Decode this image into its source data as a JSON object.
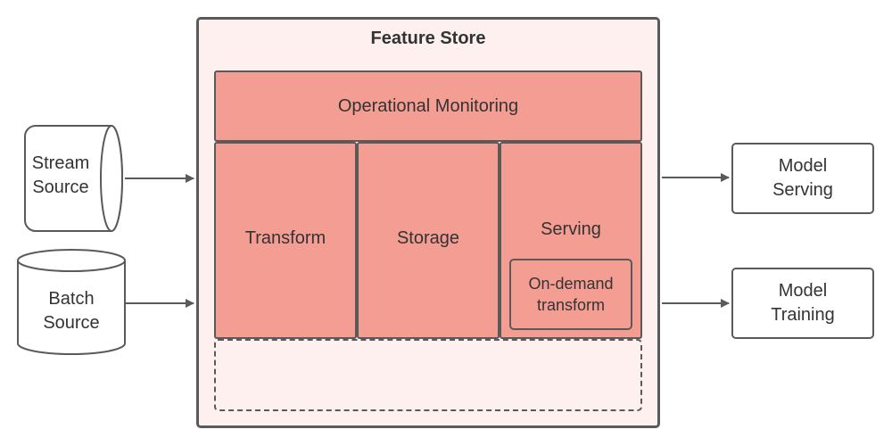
{
  "feature_store": {
    "title": "Feature Store"
  },
  "blocks": {
    "operational_monitoring": "Operational Monitoring",
    "transform": "Transform",
    "storage": "Storage",
    "serving": "Serving",
    "on_demand_line1": "On-demand",
    "on_demand_line2": "transform"
  },
  "sources": {
    "stream_line1": "Stream",
    "stream_line2": "Source",
    "batch_line1": "Batch",
    "batch_line2": "Source"
  },
  "outputs": {
    "serving_line1": "Model",
    "serving_line2": "Serving",
    "training_line1": "Model",
    "training_line2": "Training"
  },
  "colors": {
    "container_fill": "#fdf0ef",
    "block_fill": "#f49d93",
    "stroke": "#5a5a5a"
  }
}
